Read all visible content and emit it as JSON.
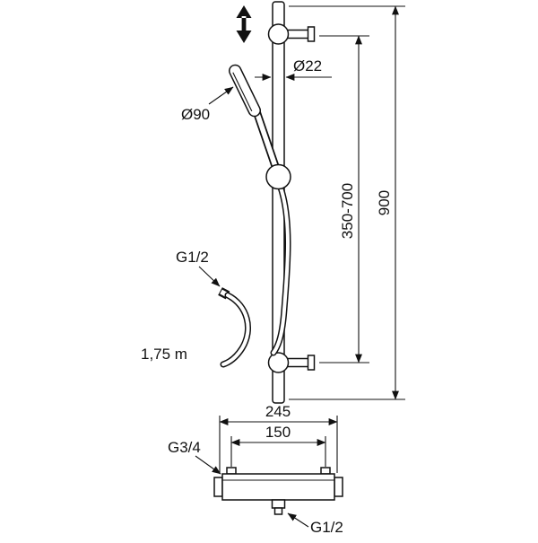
{
  "drawing": {
    "type": "shower-rail-set-dimension-drawing",
    "line_color": "#111111",
    "background_color": "#ffffff",
    "labels": {
      "rail_diameter": "Ø22",
      "head_diameter": "Ø90",
      "slider_range": "350-700",
      "rail_length": "900",
      "hose_thread": "G1/2",
      "hose_length": "1,75 m",
      "mixer_width": "245",
      "inlet_spacing": "150",
      "inlet_thread": "G3/4",
      "outlet_thread": "G1/2"
    }
  }
}
